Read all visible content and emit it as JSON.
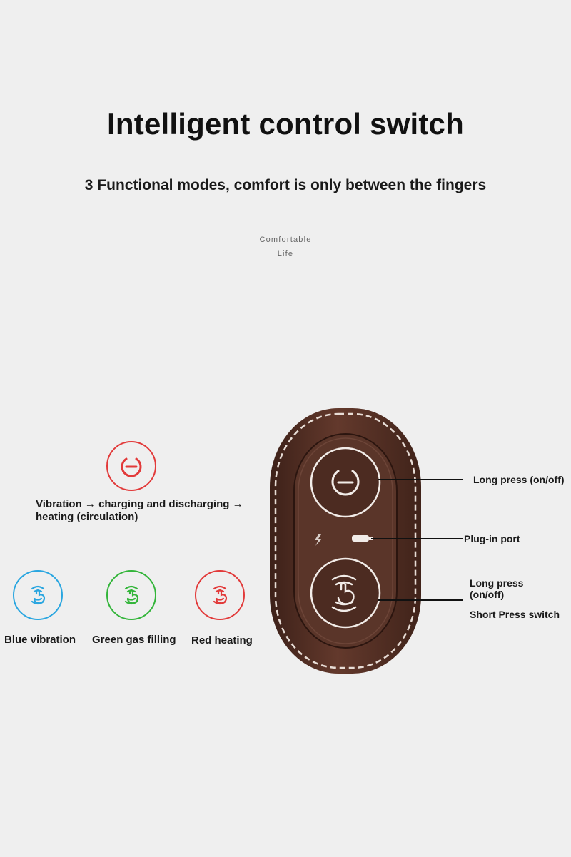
{
  "title": "Intelligent control switch",
  "subtitle": "3 Functional modes, comfort is only between the fingers",
  "brand": {
    "line1": "Comfortable",
    "line2": "Life"
  },
  "power_icon": {
    "icon": "power-icon",
    "color": "#e23a3a"
  },
  "cycle_text": {
    "line1": "Vibration → charging and discharging →",
    "line2": "heating (circulation)"
  },
  "modes": [
    {
      "label": "Blue vibration",
      "color": "#2aa6e0",
      "icon": "hand-vibration-icon"
    },
    {
      "label": "Green gas filling",
      "color": "#33b53a",
      "icon": "hand-vibration-icon"
    },
    {
      "label": "Red heating",
      "color": "#e23a3a",
      "icon": "hand-vibration-icon"
    }
  ],
  "callouts": {
    "power": "Long press (on/off)",
    "port": "Plug-in port",
    "mode_line1": "Long press",
    "mode_line2": "(on/off)",
    "mode_line3": "Short Press switch"
  },
  "device": {
    "body_color": "#5a3529",
    "stitch_color": "#e8ddd6",
    "icon_color": "#f2ece8"
  }
}
